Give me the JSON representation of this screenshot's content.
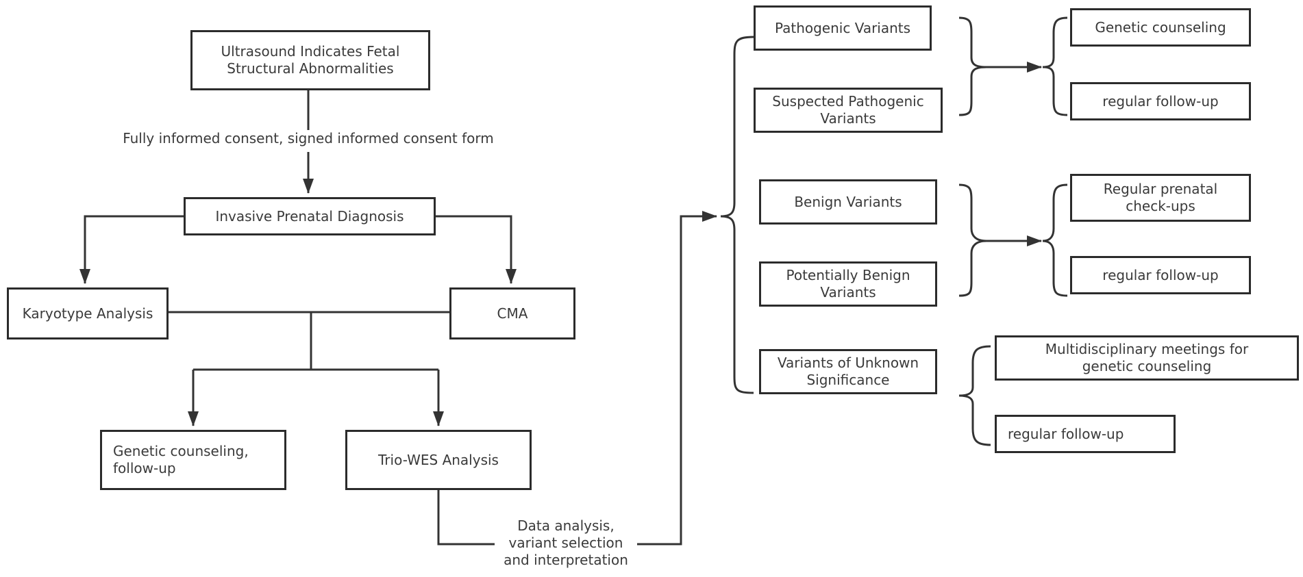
{
  "diagram": {
    "nodes": {
      "ultrasound": "Ultrasound Indicates Fetal\nStructural Abnormalities",
      "invasive": "Invasive Prenatal Diagnosis",
      "karyotype": "Karyotype Analysis",
      "cma": "CMA",
      "genetic_followup": "Genetic counseling,\nfollow-up",
      "trio_wes": "Trio-WES Analysis",
      "pathogenic": "Pathogenic Variants",
      "suspected_pathogenic": "Suspected Pathogenic\nVariants",
      "benign": "Benign Variants",
      "potentially_benign": "Potentially Benign\nVariants",
      "vus": "Variants of Unknown\nSignificance",
      "genetic_counseling": "Genetic counseling",
      "regular_followup_1": "regular follow-up",
      "regular_prenatal": "Regular prenatal\ncheck-ups",
      "regular_followup_2": "regular follow-up",
      "multidisciplinary": "Multidisciplinary meetings for\ngenetic counseling",
      "regular_followup_3": "regular follow-up"
    },
    "labels": {
      "consent": "Fully informed consent, signed informed consent form",
      "data_analysis": "Data analysis,\nvariant selection\nand interpretation"
    }
  }
}
